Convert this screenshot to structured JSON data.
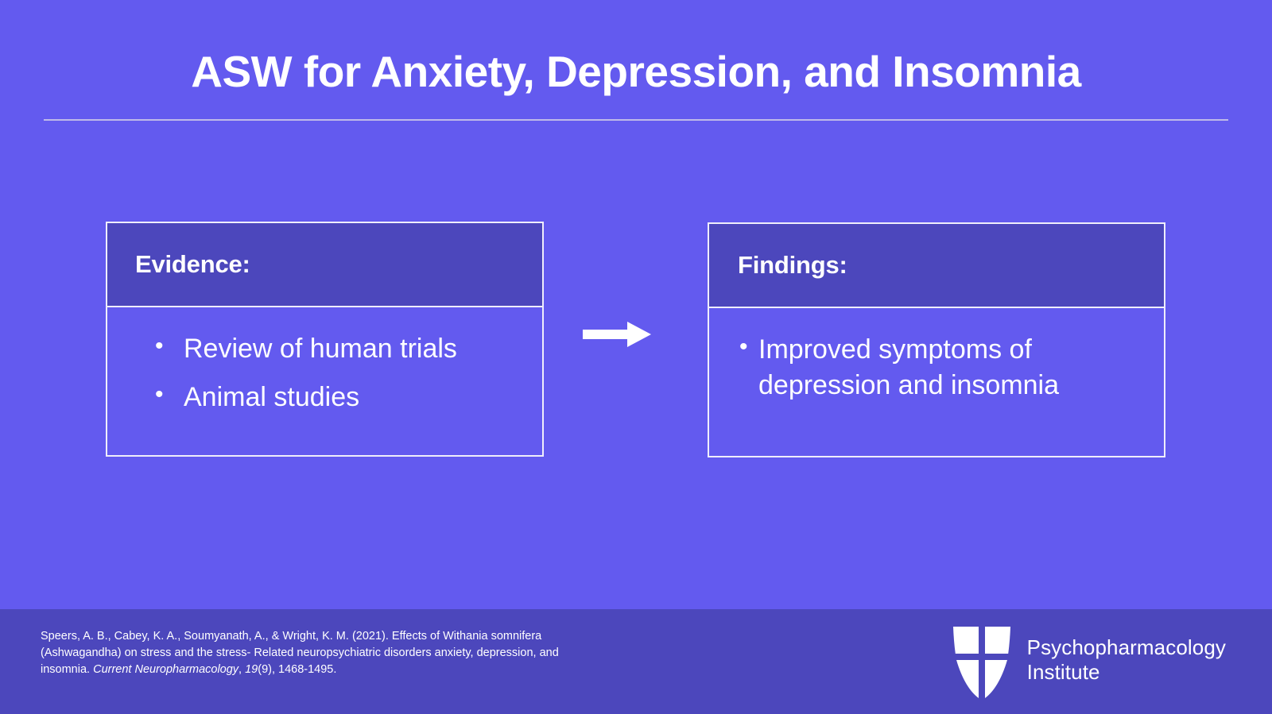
{
  "slide": {
    "title": "ASW for Anxiety, Depression, and Insomnia",
    "background_color": "#635aef",
    "accent_color": "#4c47bc",
    "text_color": "#ffffff",
    "rule_color": "#cfcbe8"
  },
  "left_box": {
    "header": "Evidence:",
    "bullets": [
      "Review of human trials",
      "Animal studies"
    ]
  },
  "right_box": {
    "header": "Findings:",
    "bullets": [
      "Improved symptoms of depression and insomnia"
    ]
  },
  "arrow": {
    "icon": "right-arrow-icon",
    "color": "#ffffff"
  },
  "footer": {
    "citation": {
      "line1": "Speers, A. B., Cabey, K. A., Soumyanath, A., & Wright, K. M. (2021). Effects of Withania somnifera",
      "line2": "(Ashwagandha) on stress and the stress- Related neuropsychiatric disorders anxiety, depression,",
      "line3_prefix": "and insomnia. ",
      "journal": "Current Neuropharmacology",
      "line3_mid": ", ",
      "volume": "19",
      "line3_suffix": "(9), 1468-1495."
    },
    "logo": {
      "icon": "shield-logo-icon",
      "name_line1": "Psychopharmacology",
      "name_line2": "Institute"
    }
  }
}
